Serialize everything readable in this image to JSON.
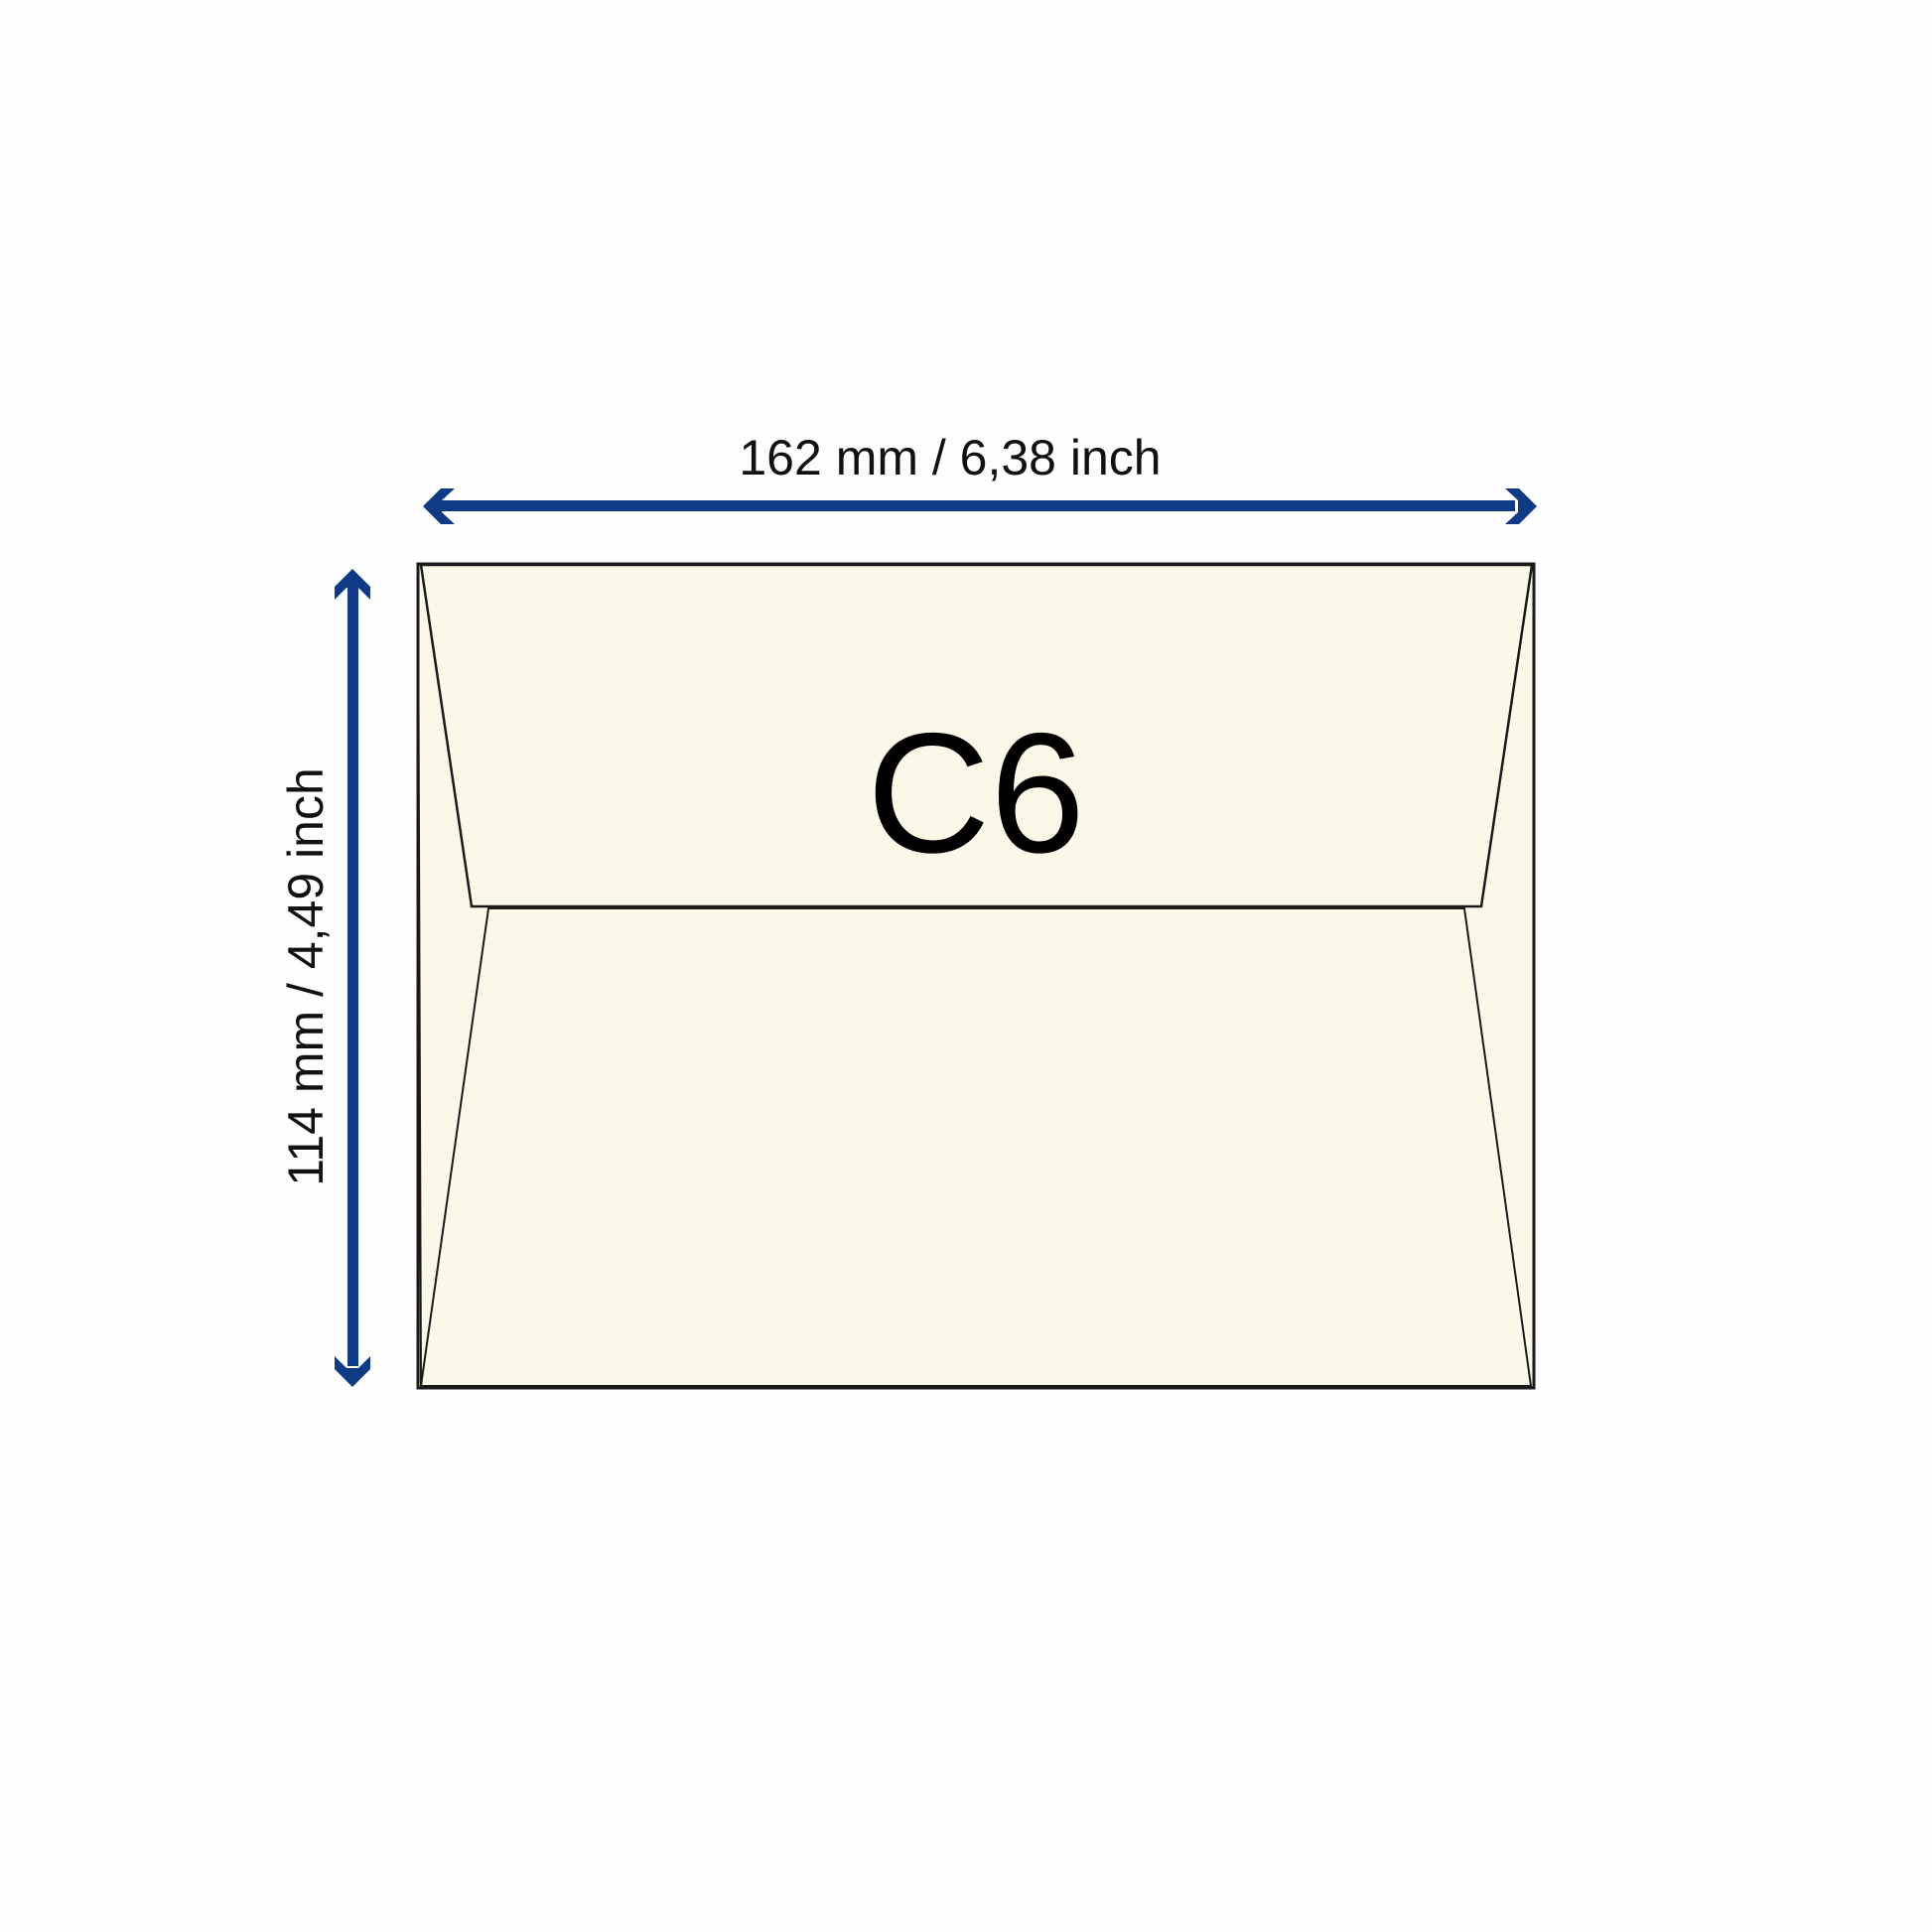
{
  "envelope": {
    "size_name": "C6",
    "width_label": "162 mm / 6,38 inch",
    "height_label": "114 mm / 4,49 inch"
  },
  "colors": {
    "paper": "#FCF8E8",
    "outline": "#1a1a1a",
    "dimension_arrow": "#0E3A86"
  }
}
